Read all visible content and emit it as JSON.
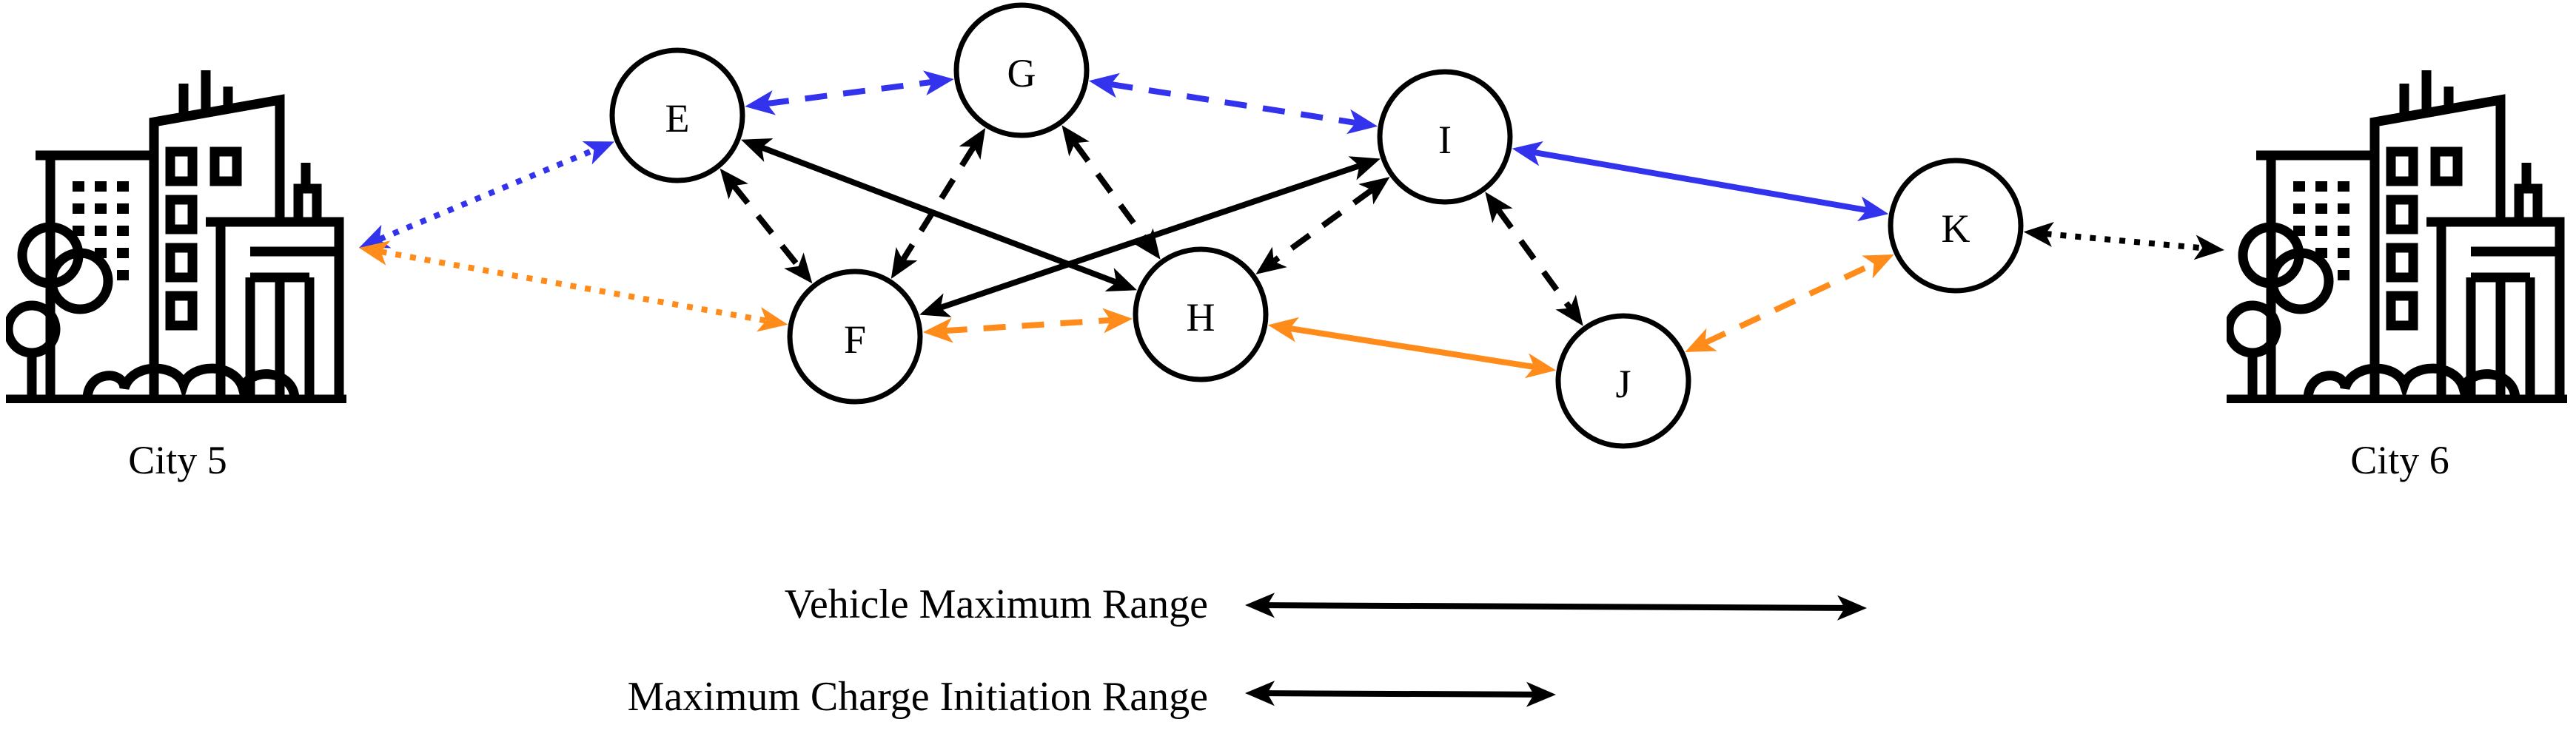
{
  "colors": {
    "black": "#000000",
    "blue": "#3333ee",
    "orange": "#ff8c1a"
  },
  "cities": [
    {
      "id": "city5",
      "label": "City 5",
      "icon": "city-buildings-icon"
    },
    {
      "id": "city6",
      "label": "City 6",
      "icon": "city-buildings-icon"
    }
  ],
  "nodes": [
    {
      "id": "E",
      "label": "E"
    },
    {
      "id": "F",
      "label": "F"
    },
    {
      "id": "G",
      "label": "G"
    },
    {
      "id": "H",
      "label": "H"
    },
    {
      "id": "I",
      "label": "I"
    },
    {
      "id": "J",
      "label": "J"
    },
    {
      "id": "K",
      "label": "K"
    }
  ],
  "edges": [
    {
      "from": "city5",
      "to": "E",
      "color": "blue",
      "style": "dotted",
      "bidirectional": true
    },
    {
      "from": "city5",
      "to": "F",
      "color": "orange",
      "style": "dotted",
      "bidirectional": true
    },
    {
      "from": "E",
      "to": "G",
      "color": "blue",
      "style": "dashed",
      "bidirectional": true
    },
    {
      "from": "G",
      "to": "I",
      "color": "blue",
      "style": "dashed",
      "bidirectional": true
    },
    {
      "from": "I",
      "to": "K",
      "color": "blue",
      "style": "solid",
      "bidirectional": true
    },
    {
      "from": "K",
      "to": "city6",
      "color": "black",
      "style": "dotted",
      "bidirectional": true
    },
    {
      "from": "E",
      "to": "F",
      "color": "black",
      "style": "dashed",
      "bidirectional": true
    },
    {
      "from": "E",
      "to": "H",
      "color": "black",
      "style": "solid",
      "bidirectional": true
    },
    {
      "from": "G",
      "to": "F",
      "color": "black",
      "style": "dashed",
      "bidirectional": true
    },
    {
      "from": "G",
      "to": "H",
      "color": "black",
      "style": "dashed",
      "bidirectional": true
    },
    {
      "from": "I",
      "to": "F",
      "color": "black",
      "style": "solid",
      "bidirectional": true
    },
    {
      "from": "I",
      "to": "H",
      "color": "black",
      "style": "dashed",
      "bidirectional": true
    },
    {
      "from": "I",
      "to": "J",
      "color": "black",
      "style": "dashed",
      "bidirectional": true
    },
    {
      "from": "F",
      "to": "H",
      "color": "orange",
      "style": "dashed",
      "bidirectional": true
    },
    {
      "from": "H",
      "to": "J",
      "color": "orange",
      "style": "solid",
      "bidirectional": true
    },
    {
      "from": "J",
      "to": "K",
      "color": "orange",
      "style": "dashed",
      "bidirectional": true
    }
  ],
  "legend": [
    {
      "label": "Vehicle Maximum Range",
      "range": "long"
    },
    {
      "label": "Maximum Charge Initiation Range",
      "range": "short"
    }
  ]
}
